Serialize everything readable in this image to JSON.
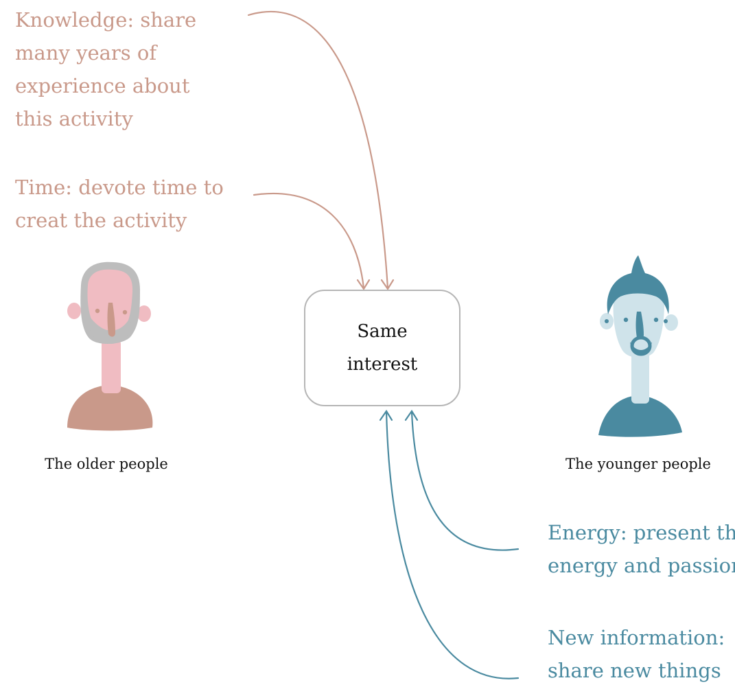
{
  "colors": {
    "elder_accent": "#c9998a",
    "youth_accent": "#4a8aa0",
    "box_border": "#b5b5b5",
    "text": "#111111"
  },
  "center": {
    "label": "Same\ninterest"
  },
  "people": {
    "older": {
      "label": "The older people",
      "icon": "older-person-icon"
    },
    "younger": {
      "label": "The younger people",
      "icon": "younger-person-icon"
    }
  },
  "contributions": {
    "knowledge": "Knowledge: share\nmany years of\nexperience about\nthis activity",
    "time": "Time: devote time to\ncreat the activity",
    "energy": "Energy: present the\nenergy and passion",
    "new_information": "New information:\nshare new things"
  }
}
